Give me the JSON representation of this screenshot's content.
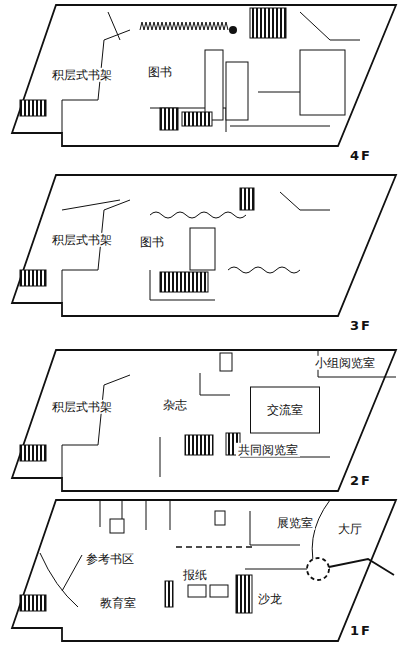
{
  "diagram": {
    "nodes": [
      {
        "text": [
          "4F"
        ]
      },
      {
        "text": [
          "积层式书架"
        ],
        "in": 0
      },
      {
        "text": [
          "图书"
        ],
        "in": 0
      },
      {
        "text": [
          "3F"
        ]
      },
      {
        "text": [
          "积层式书架"
        ],
        "in": 3
      },
      {
        "text": [
          "图书"
        ],
        "in": 3
      },
      {
        "text": [
          "2F"
        ]
      },
      {
        "text": [
          "积层式书架"
        ],
        "in": 6
      },
      {
        "text": [
          "杂志"
        ],
        "in": 6
      },
      {
        "text": [
          "小组阅览室"
        ],
        "in": 6
      },
      {
        "text": [
          "交流室"
        ],
        "in": 6
      },
      {
        "text": [
          "共同阅览室"
        ],
        "in": 6
      },
      {
        "text": [
          "1F"
        ]
      },
      {
        "text": [
          "展览室"
        ],
        "in": 12
      },
      {
        "text": [
          "大厅"
        ],
        "in": 12
      },
      {
        "text": [
          "参考书区"
        ],
        "in": 12
      },
      {
        "text": [
          "报纸"
        ],
        "in": 12
      },
      {
        "text": [
          "教育室"
        ],
        "in": 12
      },
      {
        "text": [
          "沙龙"
        ],
        "in": 12
      }
    ]
  }
}
